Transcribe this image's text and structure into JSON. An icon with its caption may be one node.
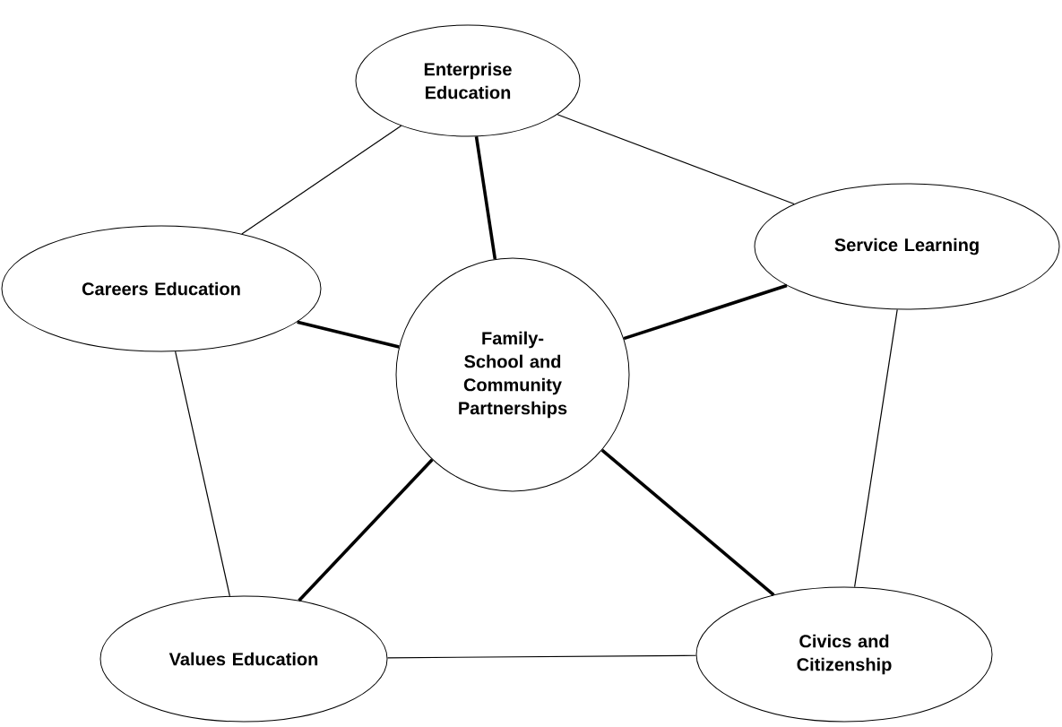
{
  "diagram": {
    "nodes": [
      {
        "text": [
          "Enterprise Education"
        ]
      },
      {
        "text": [
          "Service Learning"
        ]
      },
      {
        "text": [
          "Careers Education"
        ]
      },
      {
        "text": [
          "Family-School and Community Partnerships"
        ]
      },
      {
        "text": [
          "Civics and Citizenship"
        ]
      },
      {
        "text": [
          "Values Education"
        ]
      }
    ],
    "edges": [
      {
        "from": 0,
        "to": 2,
        "arrow": "none"
      },
      {
        "from": 0,
        "to": 1,
        "arrow": "none"
      },
      {
        "from": 1,
        "to": 4,
        "arrow": "none"
      },
      {
        "from": 4,
        "to": 5,
        "arrow": "none"
      },
      {
        "from": 5,
        "to": 2,
        "arrow": "none"
      },
      {
        "from": 3,
        "to": 0,
        "arrow": "none",
        "style": "thick"
      },
      {
        "from": 3,
        "to": 1,
        "arrow": "none",
        "style": "thick"
      },
      {
        "from": 3,
        "to": 2,
        "arrow": "none",
        "style": "thick"
      },
      {
        "from": 3,
        "to": 4,
        "arrow": "none",
        "style": "thick"
      },
      {
        "from": 3,
        "to": 5,
        "arrow": "none",
        "style": "thick"
      }
    ]
  }
}
